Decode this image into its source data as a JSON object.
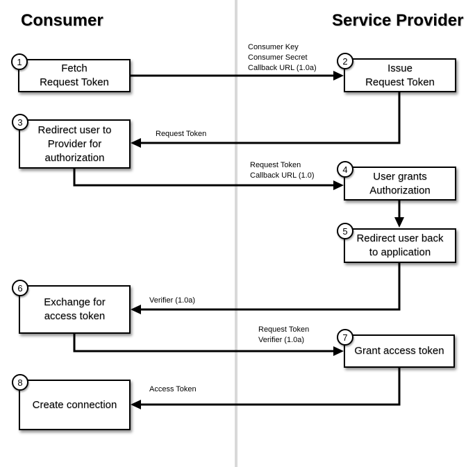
{
  "header": {
    "left": "Consumer",
    "right": "Service Provider"
  },
  "boxes": [
    {
      "num": "1",
      "text": "Fetch\nRequest Token"
    },
    {
      "num": "2",
      "text": "Issue\nRequest Token"
    },
    {
      "num": "3",
      "text": "Redirect user to\nProvider for\nauthorization"
    },
    {
      "num": "4",
      "text": "User grants\nAuthorization"
    },
    {
      "num": "5",
      "text": "Redirect user back\nto application"
    },
    {
      "num": "6",
      "text": "Exchange for\naccess token"
    },
    {
      "num": "7",
      "text": "Grant access token"
    },
    {
      "num": "8",
      "text": "Create connection"
    }
  ],
  "connector_labels": [
    {
      "text": "Consumer Key\nConsumer Secret\nCallback URL (1.0a)"
    },
    {
      "text": "Request Token"
    },
    {
      "text": "Request Token\nCallback URL (1.0)"
    },
    {
      "text": "Verifier (1.0a)"
    },
    {
      "text": "Request Token\nVerifier (1.0a)"
    },
    {
      "text": "Access Token"
    }
  ],
  "colors": {
    "line": "#000000",
    "box_fill": "#ffffff",
    "divider": "#d9d9d9",
    "text": "#000000"
  }
}
